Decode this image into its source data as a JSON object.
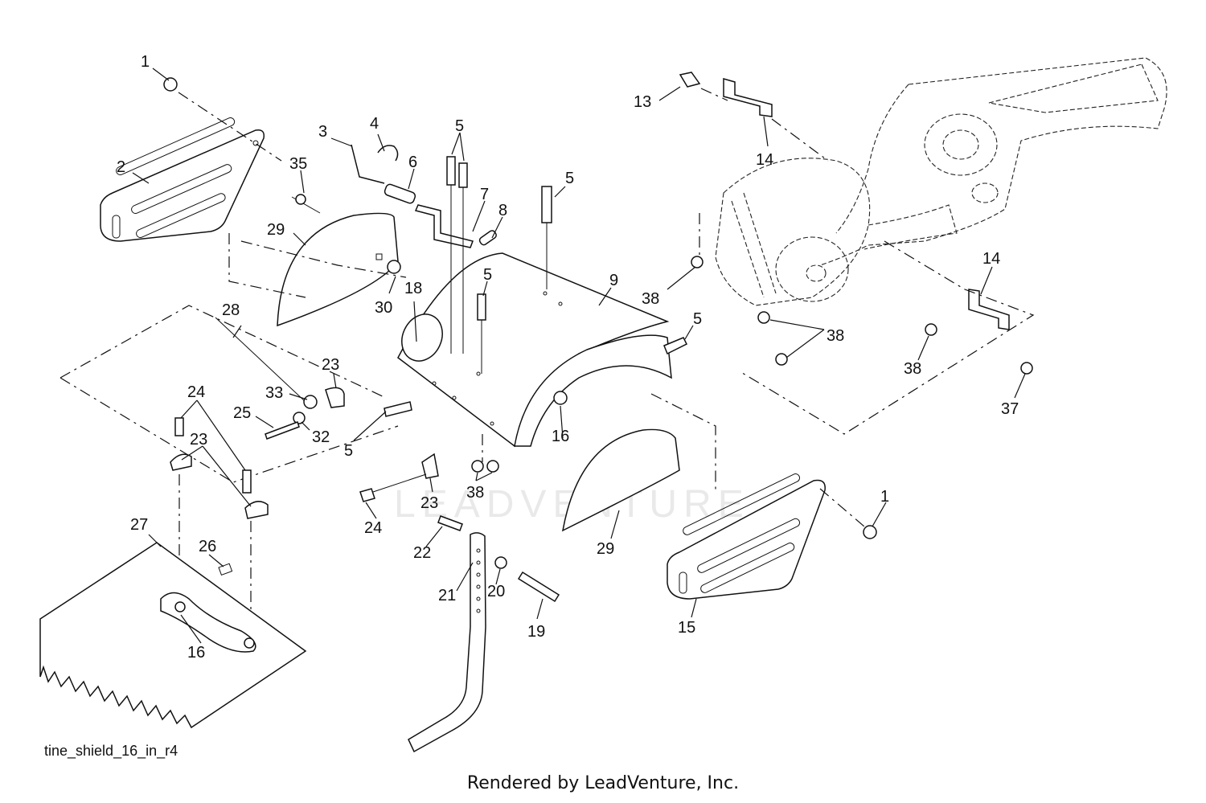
{
  "diagram": {
    "filename_label": "tine_shield_16_in_r4",
    "footer": "Rendered by LeadVenture, Inc.",
    "watermark": "LEADVENTURE",
    "callouts": [
      {
        "id": "c1a",
        "label": "1"
      },
      {
        "id": "c1b",
        "label": "1"
      },
      {
        "id": "c2",
        "label": "2"
      },
      {
        "id": "c3",
        "label": "3"
      },
      {
        "id": "c4",
        "label": "4"
      },
      {
        "id": "c5a",
        "label": "5"
      },
      {
        "id": "c5b",
        "label": "5"
      },
      {
        "id": "c5c",
        "label": "5"
      },
      {
        "id": "c5d",
        "label": "5"
      },
      {
        "id": "c5e",
        "label": "5"
      },
      {
        "id": "c6",
        "label": "6"
      },
      {
        "id": "c7",
        "label": "7"
      },
      {
        "id": "c8",
        "label": "8"
      },
      {
        "id": "c9",
        "label": "9"
      },
      {
        "id": "c13",
        "label": "13"
      },
      {
        "id": "c14a",
        "label": "14"
      },
      {
        "id": "c14b",
        "label": "14"
      },
      {
        "id": "c15",
        "label": "15"
      },
      {
        "id": "c16a",
        "label": "16"
      },
      {
        "id": "c16b",
        "label": "16"
      },
      {
        "id": "c18",
        "label": "18"
      },
      {
        "id": "c19",
        "label": "19"
      },
      {
        "id": "c20",
        "label": "20"
      },
      {
        "id": "c21",
        "label": "21"
      },
      {
        "id": "c22",
        "label": "22"
      },
      {
        "id": "c23a",
        "label": "23"
      },
      {
        "id": "c23b",
        "label": "23"
      },
      {
        "id": "c23c",
        "label": "23"
      },
      {
        "id": "c24a",
        "label": "24"
      },
      {
        "id": "c24b",
        "label": "24"
      },
      {
        "id": "c25",
        "label": "25"
      },
      {
        "id": "c26",
        "label": "26"
      },
      {
        "id": "c27",
        "label": "27"
      },
      {
        "id": "c28",
        "label": "28"
      },
      {
        "id": "c29a",
        "label": "29"
      },
      {
        "id": "c29b",
        "label": "29"
      },
      {
        "id": "c30",
        "label": "30"
      },
      {
        "id": "c32",
        "label": "32"
      },
      {
        "id": "c33",
        "label": "33"
      },
      {
        "id": "c35",
        "label": "35"
      },
      {
        "id": "c37",
        "label": "37"
      },
      {
        "id": "c38a",
        "label": "38"
      },
      {
        "id": "c38b",
        "label": "38"
      },
      {
        "id": "c38c",
        "label": "38"
      },
      {
        "id": "c38d",
        "label": "38"
      }
    ]
  }
}
